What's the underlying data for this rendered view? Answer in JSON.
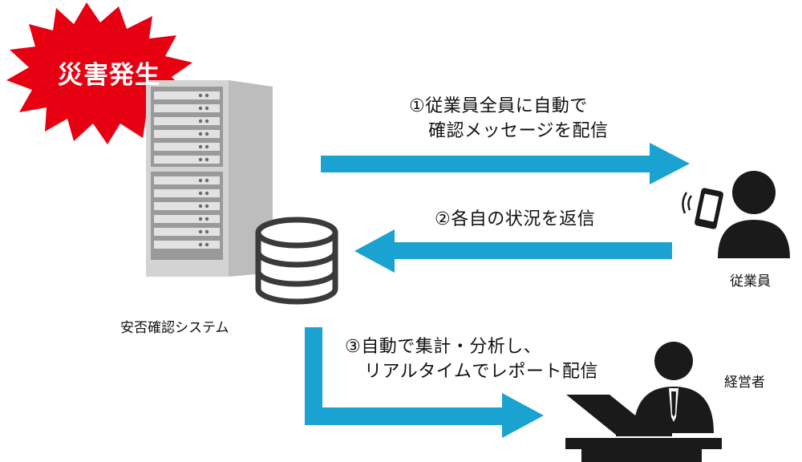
{
  "disaster_badge": {
    "text": "災害発生",
    "color": "#e60012"
  },
  "system": {
    "label": "安否確認システム"
  },
  "arrows": {
    "color": "#1aa3d1",
    "step1": {
      "line1": "①従業員全員に自動で",
      "line2": "確認メッセージを配信"
    },
    "step2": {
      "text": "②各自の状況を返信"
    },
    "step3": {
      "line1": "③自動で集計・分析し、",
      "line2": "リアルタイムでレポート配信"
    }
  },
  "employee": {
    "label": "従業員"
  },
  "manager": {
    "label": "経営者"
  }
}
